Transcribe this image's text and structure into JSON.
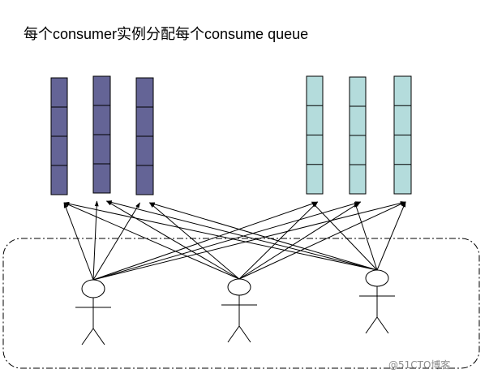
{
  "title": "每个consumer实例分配每个consume queue",
  "watermark": "@51CTO博客",
  "colors": {
    "left_queue_fill": "#646496",
    "right_queue_fill": "#b4dcdc",
    "stroke": "#000000"
  },
  "queue_groups": [
    {
      "name": "left-group",
      "queues": 3,
      "cells_per_queue": 4
    },
    {
      "name": "right-group",
      "queues": 3,
      "cells_per_queue": 4
    }
  ],
  "consumers": 3,
  "connections": "every consumer connects to every queue (arrows point to queues)"
}
